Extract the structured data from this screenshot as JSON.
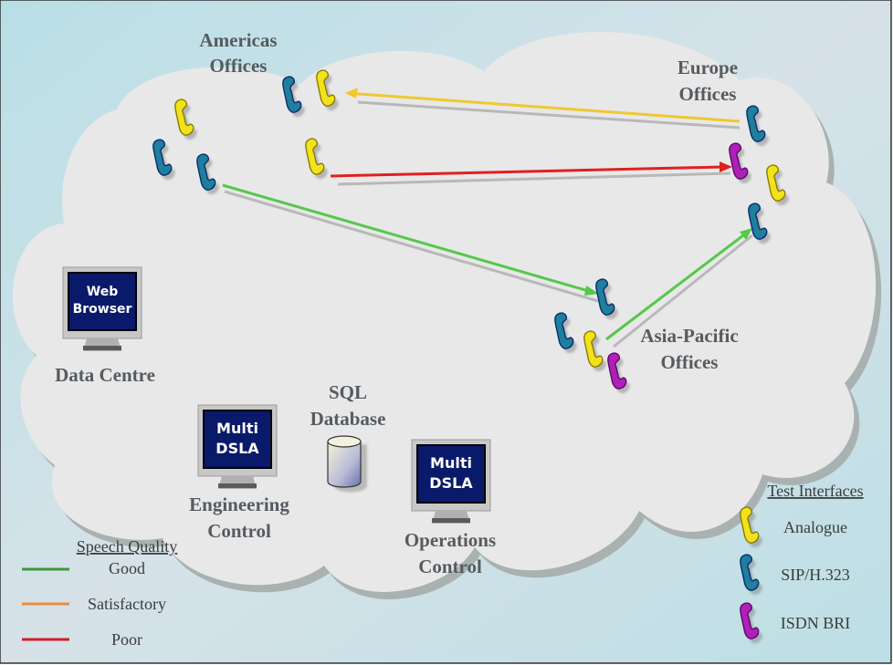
{
  "diagram": {
    "colors": {
      "background": "#bfe0e6",
      "cloud": "#e8e8e8",
      "cloud_shadow": "#a9b1b1",
      "label": "#555b60",
      "analogue": "#f2e21c",
      "sip": "#1f7f9c",
      "isdn": "#b020b8",
      "good": "#55c84a",
      "satisfactory": "#f08a3a",
      "poor": "#e02020",
      "yellow_line": "#f0c830"
    },
    "sites": {
      "americas": {
        "line1": "Americas",
        "line2": "Offices"
      },
      "europe": {
        "line1": "Europe",
        "line2": "Offices"
      },
      "asia": {
        "line1": "Asia-Pacific",
        "line2": "Offices"
      },
      "data_centre": {
        "label": "Data Centre",
        "screen_line1": "Web",
        "screen_line2": "Browser"
      },
      "sql": {
        "line1": "SQL",
        "line2": "Database"
      },
      "engineering": {
        "line1": "Engineering",
        "line2": "Control",
        "screen_line1": "Multi",
        "screen_line2": "DSLA"
      },
      "operations": {
        "line1": "Operations",
        "line2": "Control",
        "screen_line1": "Multi",
        "screen_line2": "DSLA"
      }
    },
    "phones": [
      {
        "site": "americas",
        "type": "sip"
      },
      {
        "site": "americas",
        "type": "analogue"
      },
      {
        "site": "americas",
        "type": "analogue"
      },
      {
        "site": "americas",
        "type": "sip"
      },
      {
        "site": "americas",
        "type": "sip"
      },
      {
        "site": "americas",
        "type": "analogue"
      },
      {
        "site": "europe",
        "type": "sip"
      },
      {
        "site": "europe",
        "type": "isdn"
      },
      {
        "site": "europe",
        "type": "analogue"
      },
      {
        "site": "europe",
        "type": "sip"
      },
      {
        "site": "asia",
        "type": "sip"
      },
      {
        "site": "asia",
        "type": "sip"
      },
      {
        "site": "asia",
        "type": "analogue"
      },
      {
        "site": "asia",
        "type": "isdn"
      }
    ],
    "calls": [
      {
        "from": "europe-sip",
        "to": "americas-analogue",
        "quality": "satisfactory-yellow"
      },
      {
        "from": "americas-analogue",
        "to": "europe-isdn",
        "quality": "poor"
      },
      {
        "from": "americas-sip",
        "to": "asia-sip",
        "quality": "good"
      },
      {
        "from": "asia-analogue",
        "to": "europe-sip",
        "quality": "good"
      }
    ],
    "speech_quality_legend": {
      "title": "Speech Quality",
      "items": [
        {
          "label": "Good",
          "color": "#3c9a3c"
        },
        {
          "label": "Satisfactory",
          "color": "#f08a3a"
        },
        {
          "label": "Poor",
          "color": "#d41c2c"
        }
      ]
    },
    "interfaces_legend": {
      "title": "Test Interfaces",
      "items": [
        {
          "label": "Analogue",
          "type": "analogue"
        },
        {
          "label": "SIP/H.323",
          "type": "sip"
        },
        {
          "label": "ISDN BRI",
          "type": "isdn"
        }
      ]
    }
  }
}
